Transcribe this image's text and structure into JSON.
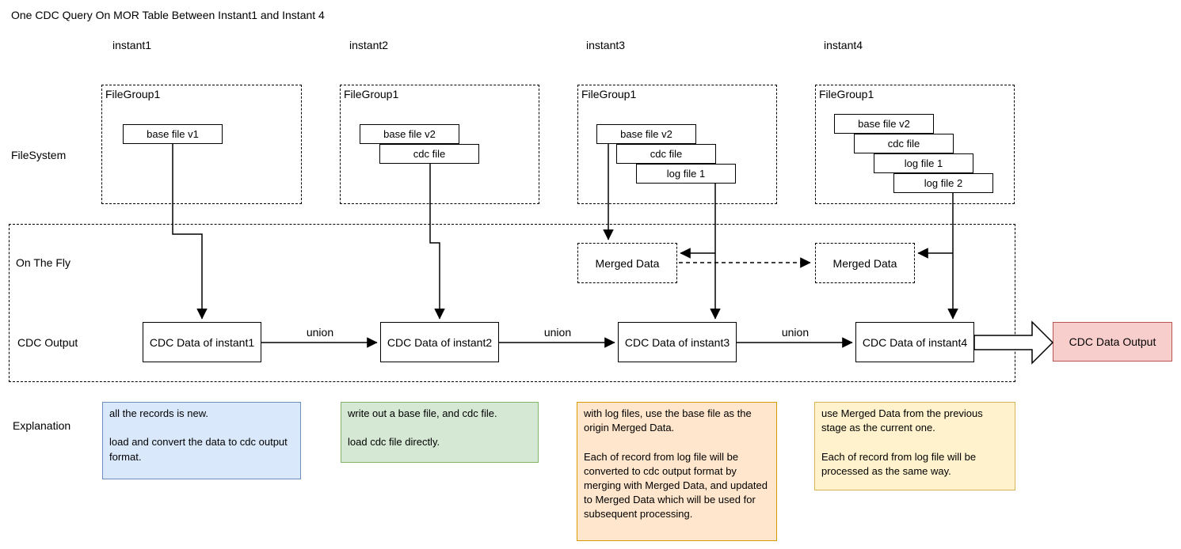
{
  "title": "One CDC Query On MOR Table Between Instant1 and Instant 4",
  "rows": {
    "filesystem": "FileSystem",
    "on_the_fly": "On The Fly",
    "cdc_output": "CDC Output",
    "explanation": "Explanation"
  },
  "labels": {
    "merged_data": "Merged Data",
    "union": "union"
  },
  "columns": [
    {
      "header": "instant1",
      "filegroup": "FileGroup1",
      "files": [
        "base file v1"
      ],
      "cdc_box": "CDC Data of instant1",
      "explanation": "all the records is new.\n\nload and convert the data to cdc output format.",
      "explanation_fill": "#dae8fc",
      "explanation_border": "#6c8ebf"
    },
    {
      "header": "instant2",
      "filegroup": "FileGroup1",
      "files": [
        "base file v2",
        "cdc file"
      ],
      "cdc_box": "CDC Data of instant2",
      "explanation": "write out a base file, and cdc file.\n\nload cdc file directly.",
      "explanation_fill": "#d5e8d4",
      "explanation_border": "#82b366"
    },
    {
      "header": "instant3",
      "filegroup": "FileGroup1",
      "files": [
        "base file v2",
        "cdc file",
        "log file 1"
      ],
      "cdc_box": "CDC Data of instant3",
      "explanation": "with log files, use the base file as the origin Merged Data.\n\nEach of record from log file will be converted to cdc output format by merging with Merged Data, and updated to Merged Data which will be used for subsequent processing.",
      "explanation_fill": "#ffe6cc",
      "explanation_border": "#d79b00"
    },
    {
      "header": "instant4",
      "filegroup": "FileGroup1",
      "files": [
        "base file v2",
        "cdc file",
        "log file 1",
        "log file 2"
      ],
      "cdc_box": "CDC Data of instant4",
      "explanation": "use Merged Data from the previous stage as the current one.\n\nEach of record from log file will be processed as the same way.",
      "explanation_fill": "#fff2cc",
      "explanation_border": "#d6b656"
    }
  ],
  "output": {
    "label": "CDC Data Output",
    "fill": "#f8cecc",
    "border": "#b85450"
  },
  "line_color": "#000000"
}
